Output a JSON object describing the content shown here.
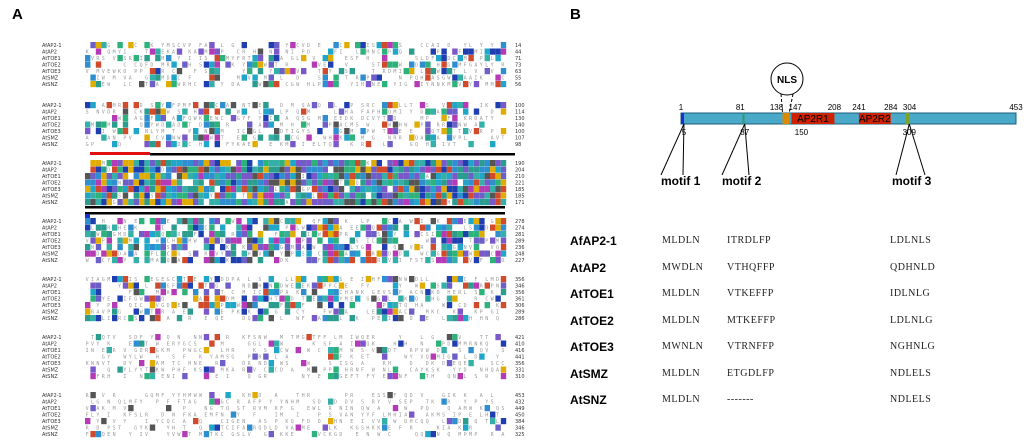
{
  "panels": {
    "a": "A",
    "b": "B"
  },
  "alignment": {
    "blocks": [
      {
        "names": [
          "AfAP2-1",
          "AtAP2",
          "AtTOE1",
          "AtTOE2",
          "AtTOE3",
          "AtSMZ",
          "AtSNZ"
        ],
        "ends": [
          "14",
          "44",
          "71",
          "73",
          "63",
          "55",
          "56"
        ]
      },
      {
        "names": [
          "AfAP2-1",
          "AtAP2",
          "AtTOE1",
          "AtTOE2",
          "AtTOE3",
          "AtSMZ",
          "AtSNZ"
        ],
        "ends": [
          "100",
          "114",
          "130",
          "140",
          "100",
          "107",
          "98"
        ]
      },
      {
        "names": [
          "AfAP2-1",
          "AtAP2",
          "AtTOE1",
          "AtTOE2",
          "AtTOE3",
          "AtSMZ",
          "AtSNZ"
        ],
        "ends": [
          "190",
          "204",
          "210",
          "221",
          "185",
          "185",
          "171"
        ]
      },
      {
        "names": [
          "AfAP2-1",
          "AtAP2",
          "AtTOE1",
          "AtTOE2",
          "AtTOE3",
          "AtSMZ",
          "AtSNZ"
        ],
        "ends": [
          "278",
          "274",
          "281",
          "289",
          "236",
          "248",
          "227"
        ]
      },
      {
        "names": [
          "AfAP2-1",
          "AtAP2",
          "AtTOE1",
          "AtTOE2",
          "AtTOE3",
          "AtSMZ",
          "AtSNZ"
        ],
        "ends": [
          "356",
          "346",
          "356",
          "361",
          "306",
          "289",
          "286"
        ]
      },
      {
        "names": [
          "AfAP2-1",
          "AtAP2",
          "AtTOE1",
          "AtTOE2",
          "AtTOE3",
          "AtSMZ",
          "AtSNZ"
        ],
        "ends": [
          "421",
          "410",
          "416",
          "441",
          "356",
          "331",
          "310"
        ]
      },
      {
        "names": [
          "AfAP2-1",
          "AtAP2",
          "AtTOE1",
          "AtTOE2",
          "AtTOE3",
          "AtSMZ",
          "AtSNZ"
        ],
        "ends": [
          "453",
          "432",
          "449",
          "450",
          "384",
          "346",
          "325"
        ]
      }
    ]
  },
  "schematic": {
    "total_length": 453,
    "positions": [
      "1",
      "81",
      "138",
      "147",
      "208",
      "241",
      "284",
      "304",
      "453"
    ],
    "lower_positions": [
      "5",
      "87",
      "150",
      "309"
    ],
    "domains": [
      {
        "name": "AP2R1",
        "start": 150,
        "end": 208
      },
      {
        "name": "AP2R2",
        "start": 241,
        "end": 284
      }
    ],
    "nls": {
      "label": "NLS",
      "start": 138,
      "end": 147
    },
    "motifs": [
      {
        "label": "motif 1",
        "pos": 5
      },
      {
        "label": "motif 2",
        "pos": 87
      },
      {
        "label": "motif 3",
        "pos": 309
      }
    ],
    "colors": {
      "bar": "#4aa8c9",
      "domain": "#cc2200",
      "nls": "#d98a00",
      "motif1": "#1a2fd0",
      "motif2": "#2c9c6e",
      "motif3": "#7ba32a"
    }
  },
  "motif_table": {
    "rows": [
      {
        "name": "AfAP2-1",
        "m1": "MLDLN",
        "m2": "ITRDLFP",
        "m3": "LDLNLS"
      },
      {
        "name": "AtAP2",
        "m1": "MWDLN",
        "m2": "VTHQFFP",
        "m3": "QDHNLD"
      },
      {
        "name": "AtTOE1",
        "m1": "MLDLN",
        "m2": "VTKEFFP",
        "m3": "IDLNLG"
      },
      {
        "name": "AtTOE2",
        "m1": "MLDLN",
        "m2": "MTKEFFP",
        "m3": "LDLNLG"
      },
      {
        "name": "AtTOE3",
        "m1": "MWNLN",
        "m2": "VTRNFFP",
        "m3": "NGHNLG"
      },
      {
        "name": "AtSMZ",
        "m1": "MLDLN",
        "m2": "ETGDLFP",
        "m3": "NDLELS"
      },
      {
        "name": "AtSNZ",
        "m1": "MLDLN",
        "m2": "-------",
        "m3": "NDLELS"
      }
    ]
  }
}
